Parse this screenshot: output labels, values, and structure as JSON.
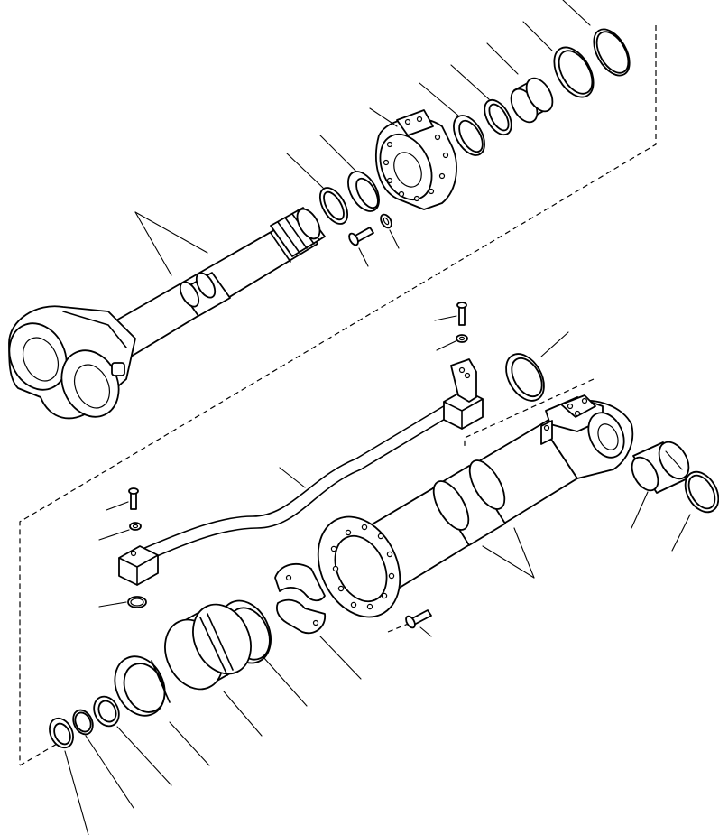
{
  "diagram": {
    "line_color": "#000000",
    "background": "#ffffff",
    "parts": [
      "rod-assembly",
      "rod-seal",
      "dust-seal-ring",
      "cylinder-head-flange",
      "head-bolt",
      "head-washer",
      "wear-ring-1",
      "wear-ring-2",
      "bushing",
      "o-ring-top",
      "tube-assembly",
      "back-up-ring",
      "bottom-bushing",
      "bottom-snap-ring",
      "piping",
      "piping-bolt-top",
      "piping-washer-top",
      "piping-bolt-bottom",
      "piping-washer-bottom",
      "piping-o-ring",
      "tube-flange-bolt",
      "split-collar",
      "piston-ring",
      "piston",
      "piston-seal",
      "wear-ring-bottom",
      "nut-ring",
      "lock-washer"
    ]
  }
}
